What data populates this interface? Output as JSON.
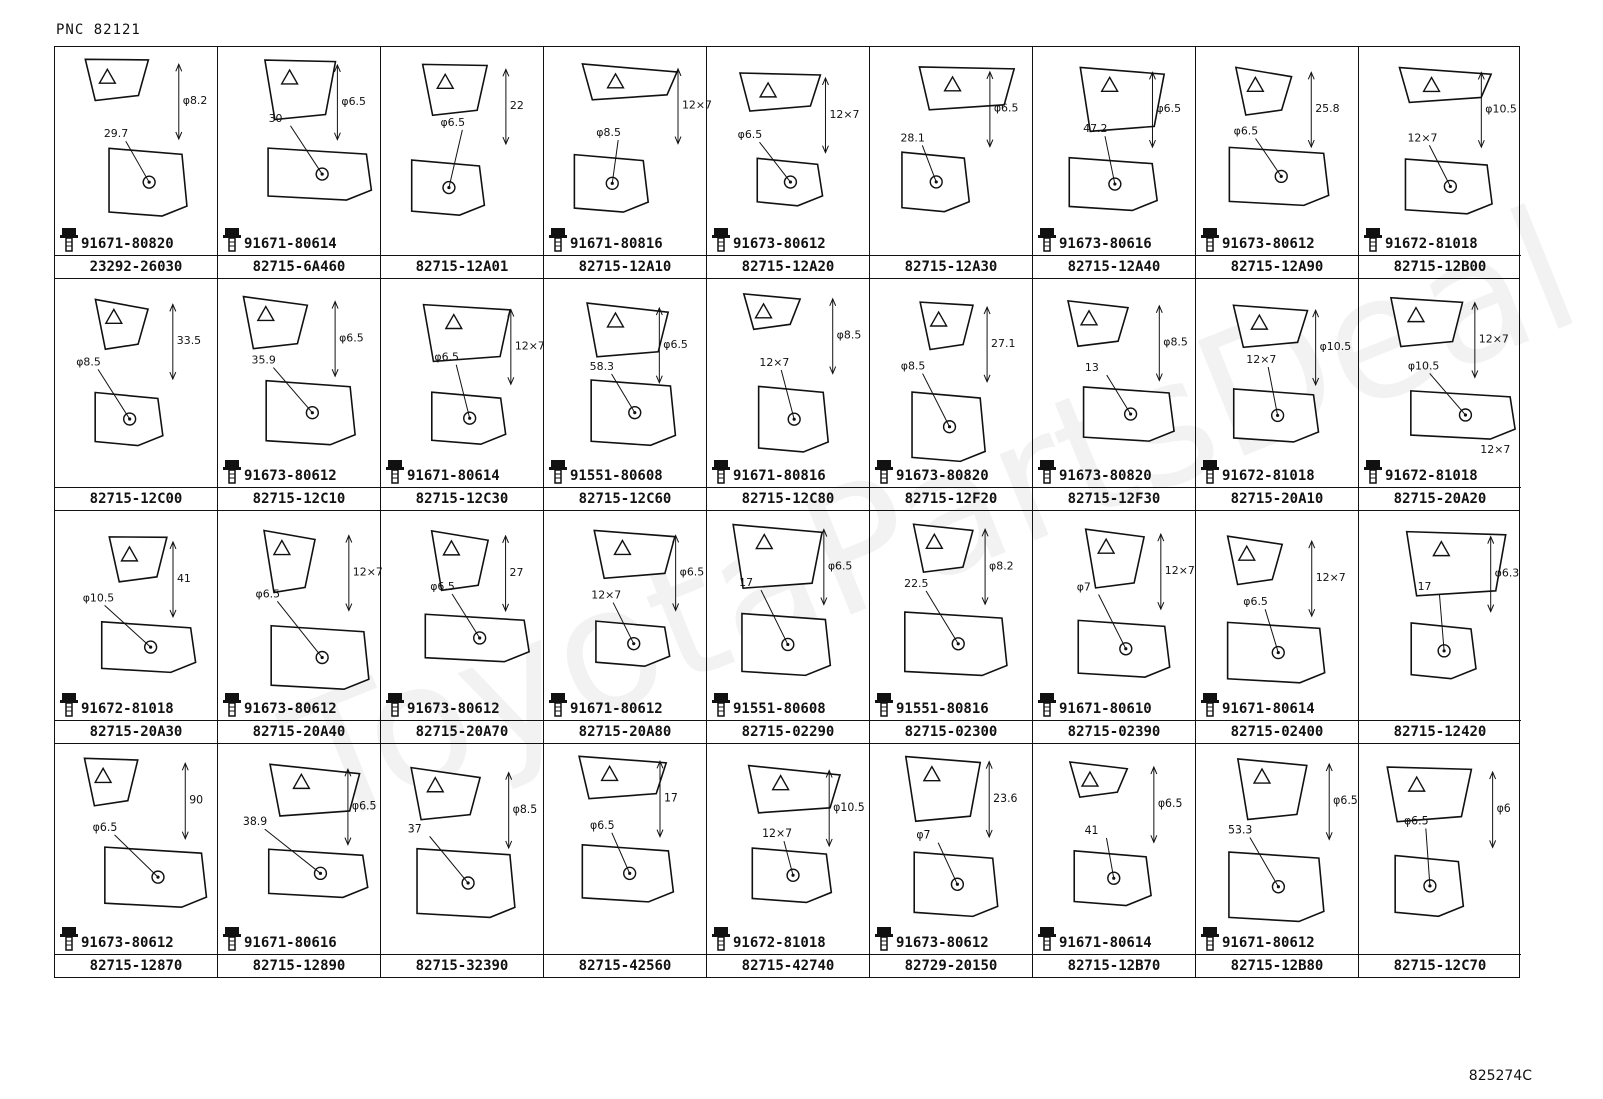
{
  "pnc": "PNC 82121",
  "figure_ref": "825274C",
  "rows": [
    [
      {
        "part": "23292-26030",
        "bolt": "91671-80820",
        "dims": [
          "29.7",
          "φ8.2"
        ]
      },
      {
        "part": "82715-6A460",
        "bolt": "91671-80614",
        "dims": [
          "30",
          "φ6.5"
        ]
      },
      {
        "part": "82715-12A01",
        "bolt": "",
        "dims": [
          "φ6.5",
          "22"
        ]
      },
      {
        "part": "82715-12A10",
        "bolt": "91671-80816",
        "dims": [
          "φ8.5",
          "12×7"
        ]
      },
      {
        "part": "82715-12A20",
        "bolt": "91673-80612",
        "dims": [
          "φ6.5",
          "12×7"
        ]
      },
      {
        "part": "82715-12A30",
        "bolt": "",
        "dims": [
          "28.1",
          "φ6.5"
        ]
      },
      {
        "part": "82715-12A40",
        "bolt": "91673-80616",
        "dims": [
          "47.2",
          "φ6.5"
        ]
      },
      {
        "part": "82715-12A90",
        "bolt": "91673-80612",
        "dims": [
          "φ6.5",
          "25.8"
        ]
      },
      {
        "part": "82715-12B00",
        "bolt": "91672-81018",
        "dims": [
          "12×7",
          "φ10.5"
        ]
      }
    ],
    [
      {
        "part": "82715-12C00",
        "bolt": "",
        "dims": [
          "φ8.5",
          "33.5"
        ]
      },
      {
        "part": "82715-12C10",
        "bolt": "91673-80612",
        "dims": [
          "35.9",
          "φ6.5"
        ]
      },
      {
        "part": "82715-12C30",
        "bolt": "91671-80614",
        "dims": [
          "φ6.5",
          "12×7"
        ]
      },
      {
        "part": "82715-12C60",
        "bolt": "91551-80608",
        "dims": [
          "58.3",
          "φ6.5"
        ]
      },
      {
        "part": "82715-12C80",
        "bolt": "91671-80816",
        "dims": [
          "12×7",
          "φ8.5"
        ]
      },
      {
        "part": "82715-12F20",
        "bolt": "91673-80820",
        "dims": [
          "φ8.5",
          "27.1"
        ]
      },
      {
        "part": "82715-12F30",
        "bolt": "91673-80820",
        "dims": [
          "13",
          "φ8.5"
        ]
      },
      {
        "part": "82715-20A10",
        "bolt": "91672-81018",
        "dims": [
          "12×7",
          "φ10.5"
        ]
      },
      {
        "part": "82715-20A20",
        "bolt": "91672-81018",
        "dims": [
          "φ10.5",
          "12×7",
          "12×7"
        ]
      }
    ],
    [
      {
        "part": "82715-20A30",
        "bolt": "91672-81018",
        "dims": [
          "φ10.5",
          "41"
        ]
      },
      {
        "part": "82715-20A40",
        "bolt": "91673-80612",
        "dims": [
          "φ6.5",
          "12×7"
        ]
      },
      {
        "part": "82715-20A70",
        "bolt": "91673-80612",
        "dims": [
          "φ6.5",
          "27"
        ]
      },
      {
        "part": "82715-20A80",
        "bolt": "91671-80612",
        "dims": [
          "12×7",
          "φ6.5"
        ]
      },
      {
        "part": "82715-02290",
        "bolt": "91551-80608",
        "dims": [
          "17",
          "φ6.5"
        ]
      },
      {
        "part": "82715-02300",
        "bolt": "91551-80816",
        "dims": [
          "22.5",
          "φ8.2"
        ]
      },
      {
        "part": "82715-02390",
        "bolt": "91671-80610",
        "dims": [
          "φ7",
          "12×7"
        ]
      },
      {
        "part": "82715-02400",
        "bolt": "91671-80614",
        "dims": [
          "φ6.5",
          "12×7"
        ]
      },
      {
        "part": "82715-12420",
        "bolt": "",
        "dims": [
          "17",
          "φ6.3"
        ]
      }
    ],
    [
      {
        "part": "82715-12870",
        "bolt": "91673-80612",
        "dims": [
          "φ6.5",
          "90"
        ]
      },
      {
        "part": "82715-12890",
        "bolt": "91671-80616",
        "dims": [
          "38.9",
          "φ6.5"
        ]
      },
      {
        "part": "82715-32390",
        "bolt": "",
        "dims": [
          "37",
          "φ8.5"
        ]
      },
      {
        "part": "82715-42560",
        "bolt": "",
        "dims": [
          "φ6.5",
          "17"
        ]
      },
      {
        "part": "82715-42740",
        "bolt": "91672-81018",
        "dims": [
          "12×7",
          "φ10.5"
        ]
      },
      {
        "part": "82729-20150",
        "bolt": "91673-80612",
        "dims": [
          "φ7",
          "23.6"
        ]
      },
      {
        "part": "82715-12B70",
        "bolt": "91671-80614",
        "dims": [
          "41",
          "φ6.5"
        ]
      },
      {
        "part": "82715-12B80",
        "bolt": "91671-80612",
        "dims": [
          "53.3",
          "φ6.5"
        ]
      },
      {
        "part": "82715-12C70",
        "bolt": "",
        "dims": [
          "φ6.5",
          "φ6"
        ]
      }
    ]
  ]
}
